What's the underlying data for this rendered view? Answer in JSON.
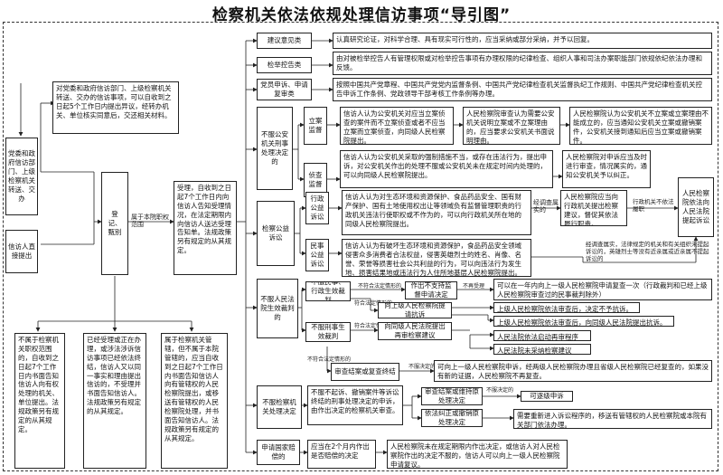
{
  "title": "检察机关依法依规处理信访事项“导引图”",
  "nodes": {
    "party": "对党委和政府信访部门、上级检察机关转送、交办的信访事项，可以自收到之日起5个工作日内提出异议，经转办机关、单位核实同意后，交还相关材料。",
    "transfer": "党委和政府信访部门、上级检察机关转送、交办",
    "visit": "信访人直接提出",
    "register": "登记、甄别",
    "scope": "属于本院职权范围",
    "accept": "受理，自收到之日起7个工作日内向信访人告知受理情况，在法定期限内向信访人送达受理告知单。法规政策另有规定的从其规定。",
    "not_scope": "不属于检察机关职权范围的，自收到之日起7个工作日内书面告知信访人向有权处理的机关、单位提出。法规政策另有规定的从其规定。",
    "handled": "已经受理或正在办理，或涉法涉诉信访事项已经依法终结，信访人又以同一事实和理由提出信访的，不受理并书面告知信访人。法规政策另有规定的从其规定。",
    "other_proc": "属于检察机关管辖，但不属于本院管辖的，应当自收到之日起7个工作日内书面告知信访人向有管辖权的人民检察院提出，或移送有管辖权的人民检察院处理，并书面告知信访人。法规政策另有规定的从其规定。",
    "suggest": "建议意见类",
    "suggest_d": "认真研究论证，对科学合理、具有现实可行性的，应当采纳或部分采纳，并予以回复。",
    "report": "检举控告类",
    "report_d": "由对被检举控告人有管理权限或对检举控告事项有办理权限的纪律检查、组织人事和司法办案职能部门依规依纪依法办理和反馈。",
    "member": "党员申诉、申请复审类",
    "member_d": "按照中国共产党章程、中国共产党党内监督条例、中国共产党纪律检查机关监督执纪工作规则、中国共产党纪律检查机关控告申诉工作条例、党政领导干部考核工作条例等办理。",
    "police_group": "不服公安机关刑事处理决定的",
    "filing": "立案监督",
    "filing_d": "信访人认为公安机关对应当立案侦查的案件而不立案侦查或者不应当立案而立案侦查，向同级人民检察院提出。",
    "filing_r": "人民检察院审查认为需要公安机关说明立案或不立案理由的，应当要求公安机关书面说明理由。",
    "filing_r2": "人民检察院认为公安机关不立案或立案理由不能成立的，应当通知公安机关立案或撤销案件，公安机关接到通知后应当立案或撤销案件。",
    "invest": "侦查监督",
    "invest_d": "信访人认为公安机关采取的强制措施不当，或存在违法行为，提出申诉，对公安机关作出的处理不服或公安机关未在规定时间内处理的，可以向同级人民检察院提出。",
    "invest_r": "人民检察院对申诉应当及时进行审查，情况属实的，通知公安机关予以纠正。",
    "public_group": "检察公益诉讼",
    "admin": "行政公益诉讼",
    "admin_d": "信访人认为对生态环境和资源保护、食品药品安全、国有财产保护、国有土地使用权出让等领域负有监督管理职责的行政机关违法行使职权或不作为的，可以向行政机关所在地的同级人民检察院提出。",
    "admin_mid": "经调查属实的",
    "admin_r": "人民检察院应当向行政机关提出检察建议，督促其依法履行职责。",
    "admin_t": "行政机关不依法履职",
    "civil": "民事公益诉讼",
    "civil_d": "信访人认为有破坏生态环境和资源保护，食品药品安全领域侵害众多消费者合法权益，侵害英雄烈士的姓名、肖像、名誉、荣誉等损害社会公共利益的行为，可以向违法行为发生地、损害结果地或违法行为人住所地基层人民检察院提出。",
    "civil_note": "经调查属实，法律规定的机关和有关组织未提起诉讼的，英雄烈士等没有近亲属或近亲属不提起诉讼的",
    "sue": "人民检察院依法向人民法院提起诉讼",
    "court_group": "不服人民法院生效裁判的",
    "court_civil": "不服民事、行政生效裁判",
    "court_crim": "不服刑事生效裁判",
    "cond1": "不符合法定情形的",
    "cond2": "符合法定情形的",
    "cond3": "符合法定情形的",
    "cond4": "不符合法定情形的",
    "no_support": "作出不支持监督申请决定",
    "no_support_note": "不再受理",
    "no_support_d": "可以在一年内向上一级人民检察院申请复查一次（行政裁判和已经上级人民检察院审查过的民事裁判除外）",
    "cr1": "向上级人民检察院提请抗诉",
    "cr1_d": "上级人民检察院依法审查后，决定不予抗诉。",
    "cr2": "向同级人民法院提出再审检察建议",
    "cr2_d": "上级人民检察院依法审查后，向同级人民法院提出抗诉。",
    "cr3": "人民法院依法启动再审程序",
    "cr4": "人民法院未采纳检察建议",
    "crim_review": "审查结案或复查终结",
    "crim_note": "不服决定的",
    "crim_review_note": "不服",
    "crim_review_d": "可向上一级人民检察院申诉，经两级人民检察院办理且省级人民检察院已经复查的，如果没有新的证据，人民检察院不再复查。",
    "procur_group": "不服检察机关处理决定",
    "procur_d": "不服不起诉、撤销案件等诉讼终结的刑事处理决定的申诉，由作出决定的检察机关审查。",
    "p1": "审查结案或维持原处理决定",
    "p1_note": "不服决定的",
    "p1_d": "可逐级申诉",
    "p2": "依法纠正或撤销原处理决定",
    "p2_d": "需要重新进入诉讼程序的，移送有管辖权的人民检察院或本院有关部门依法办理。",
    "comp_group": "申请国家赔偿的",
    "comp_d": "应当在2个月内作出是否赔偿的决定",
    "comp_r": "人民检察院未在规定期限内作出决定，或信访人对人民检察院作出的决定不服的，信访人可以向上一级人民检察院申请复议。"
  }
}
